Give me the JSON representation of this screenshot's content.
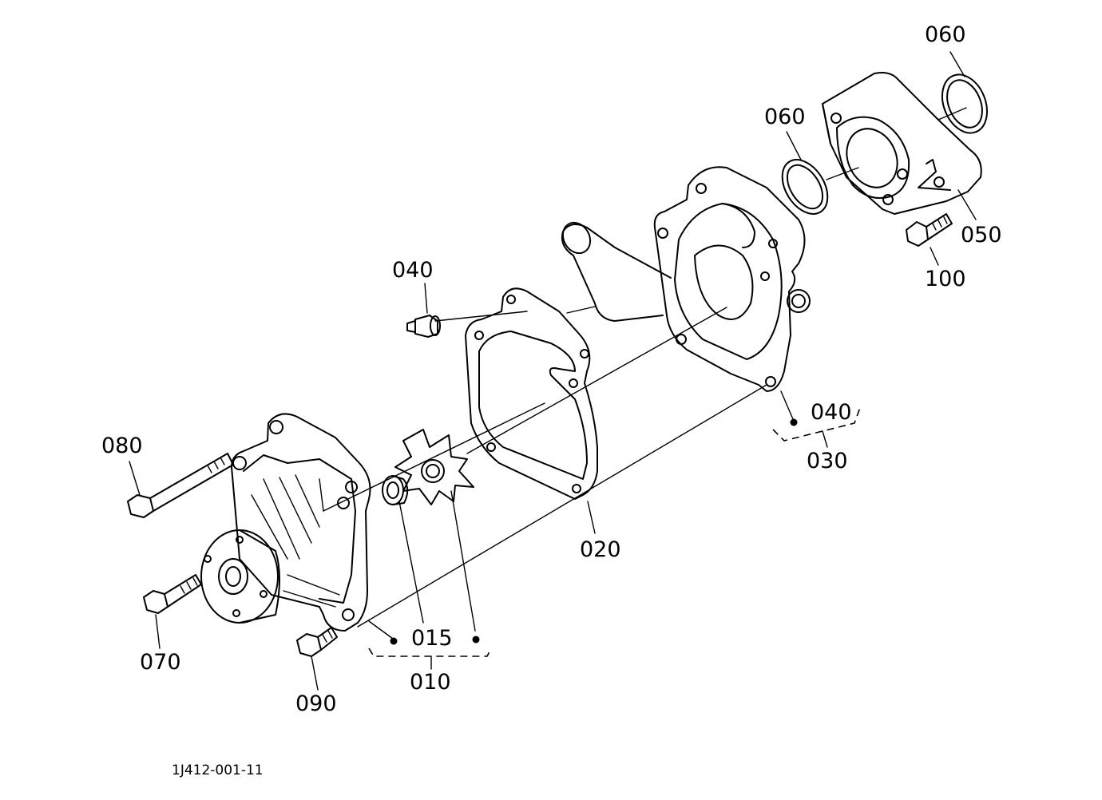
{
  "drawing_code": "1J412-001-11",
  "labels": {
    "p010": "010",
    "p015": "015",
    "p020": "020",
    "p030": "030",
    "p040_sensor": "040",
    "p040_assembly": "040",
    "p050": "050",
    "p060_top": "060",
    "p060_mid": "060",
    "p070": "070",
    "p080": "080",
    "p090": "090",
    "p100": "100"
  }
}
